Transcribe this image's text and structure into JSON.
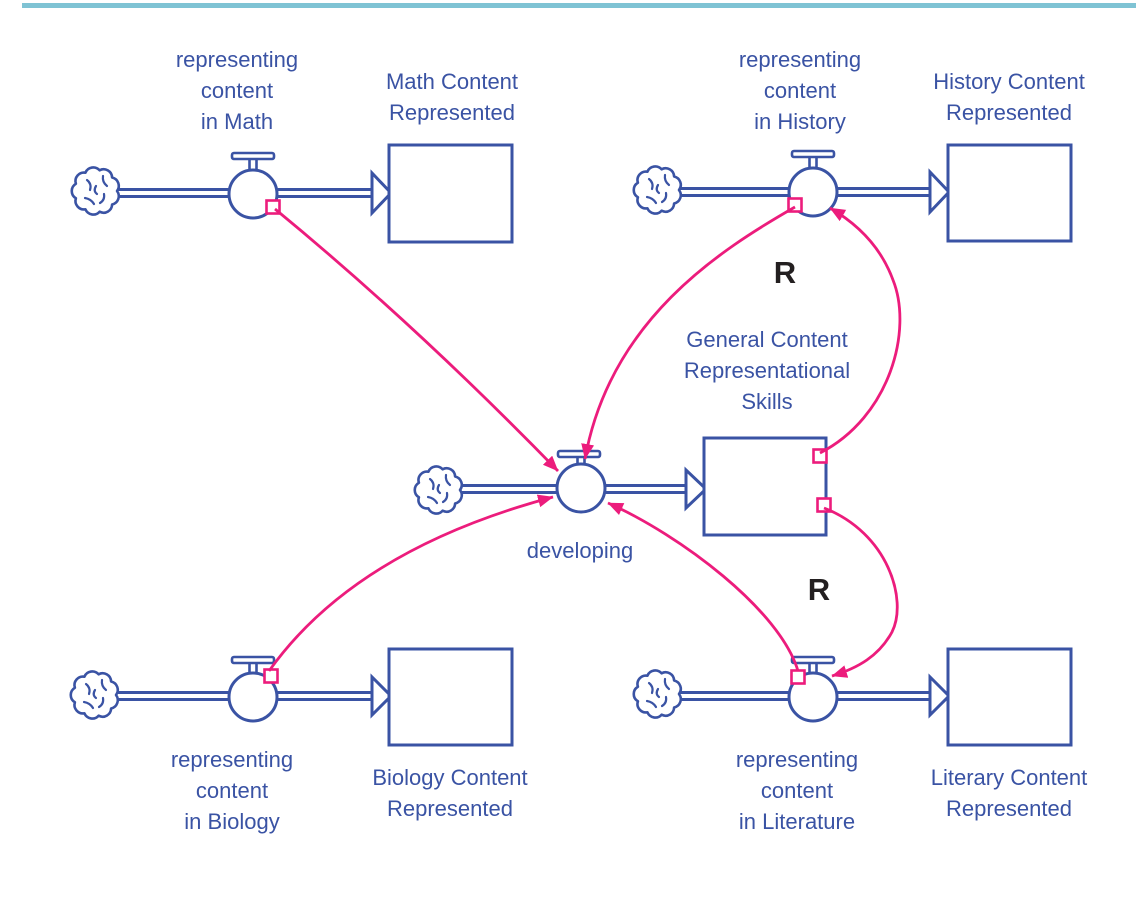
{
  "colors": {
    "diagram_blue": "#3a53a4",
    "connector_pink": "#ec1c7c",
    "top_rule_teal": "#7fc3d4",
    "loop_label_black": "#231f20"
  },
  "loops": {
    "top_reinforcing": "R",
    "bottom_reinforcing": "R"
  },
  "flows": {
    "math": {
      "label_lines": [
        "representing",
        "content",
        "in Math"
      ]
    },
    "history": {
      "label_lines": [
        "representing",
        "content",
        "in History"
      ]
    },
    "developing": {
      "label_lines": [
        "developing"
      ]
    },
    "biology": {
      "label_lines": [
        "representing",
        "content",
        "in Biology"
      ]
    },
    "literature": {
      "label_lines": [
        "representing",
        "content",
        "in Literature"
      ]
    }
  },
  "stocks": {
    "math": {
      "label_lines": [
        "Math Content",
        "Represented"
      ]
    },
    "history": {
      "label_lines": [
        "History Content",
        "Represented"
      ]
    },
    "gcrs": {
      "label_lines": [
        "General Content",
        "Representational",
        "Skills"
      ]
    },
    "biology": {
      "label_lines": [
        "Biology Content",
        "Represented"
      ]
    },
    "literature": {
      "label_lines": [
        "Literary Content",
        "Represented"
      ]
    }
  }
}
